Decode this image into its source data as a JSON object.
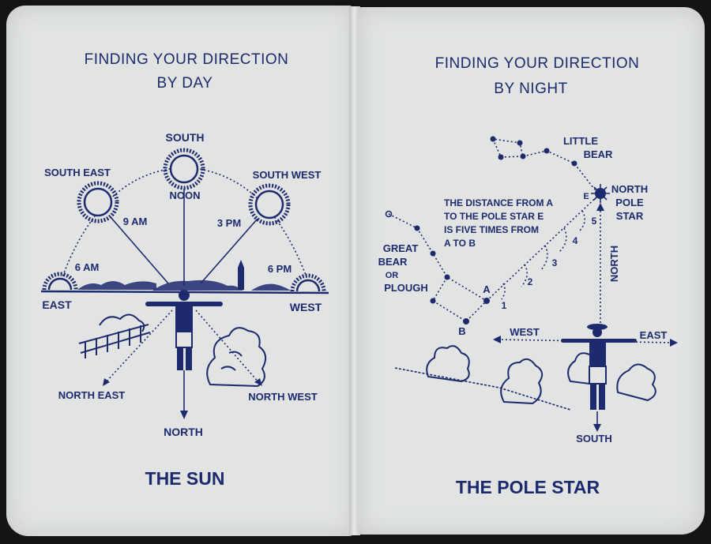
{
  "left": {
    "title_line1": "FINDING YOUR DIRECTION",
    "title_line2": "BY DAY",
    "labels": {
      "south": "SOUTH",
      "noon": "NOON",
      "south_east": "SOUTH EAST",
      "south_west": "SOUTH WEST",
      "nine_am": "9 AM",
      "three_pm": "3 PM",
      "six_am": "6 AM",
      "six_pm": "6 PM",
      "east": "EAST",
      "west": "WEST",
      "north_east": "NORTH EAST",
      "north_west": "NORTH WEST",
      "north": "NORTH"
    },
    "caption": "THE SUN"
  },
  "right": {
    "title_line1": "FINDING YOUR DIRECTION",
    "title_line2": "BY NIGHT",
    "labels": {
      "little_bear_1": "LITTLE",
      "little_bear_2": "BEAR",
      "north_pole_star_1": "NORTH",
      "north_pole_star_2": "POLE",
      "north_pole_star_3": "STAR",
      "great_bear_1": "GREAT",
      "great_bear_2": "BEAR",
      "great_bear_3": "OR",
      "great_bear_4": "PLOUGH",
      "note_1": "THE DISTANCE FROM A",
      "note_2": "TO THE POLE STAR E",
      "note_3": "IS FIVE TIMES FROM",
      "note_4": "A TO B",
      "point_a": "A",
      "point_b": "B",
      "point_e": "E",
      "n1": "1",
      "n2": "2",
      "n3": "3",
      "n4": "4",
      "n5": "5",
      "north": "NORTH",
      "west": "WEST",
      "east": "EAST",
      "south": "SOUTH"
    },
    "caption": "THE POLE STAR"
  },
  "colors": {
    "ink": "#1d2a6e",
    "paper": "#e1e4e2",
    "background": "#161412"
  }
}
